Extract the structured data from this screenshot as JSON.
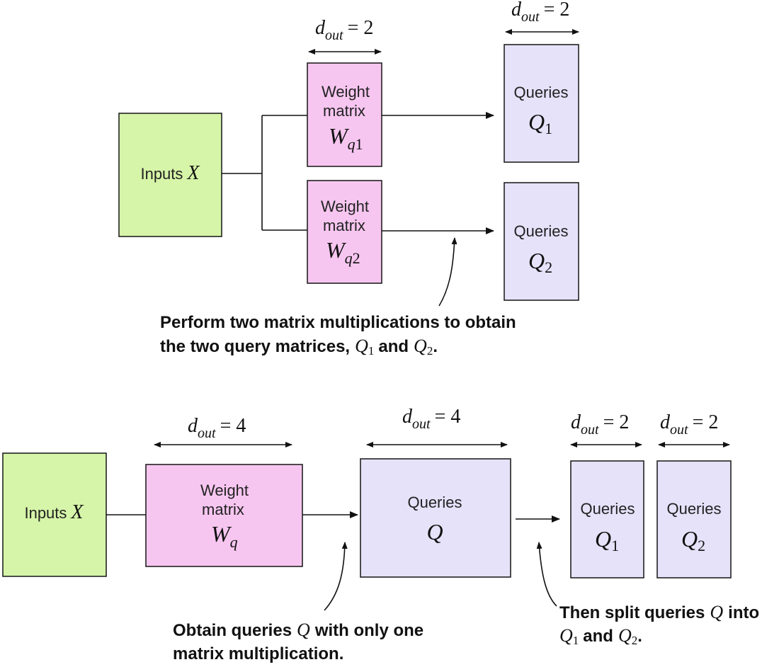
{
  "top": {
    "inputs_label": "Inputs",
    "inputs_var": "X",
    "dim_sym": "d",
    "dim_sub": "out",
    "dim_eq": "= 2",
    "weight1_line1": "Weight",
    "weight1_line2": "matrix",
    "weight1_var": "W",
    "weight1_sub_var": "q",
    "weight1_sub_num": "1",
    "weight2_line1": "Weight",
    "weight2_line2": "matrix",
    "weight2_var": "W",
    "weight2_sub_var": "q",
    "weight2_sub_num": "2",
    "queries1_label": "Queries",
    "queries1_var": "Q",
    "queries1_sub": "1",
    "queries2_label": "Queries",
    "queries2_var": "Q",
    "queries2_sub": "2",
    "note_line1": "Perform two matrix multiplications to obtain",
    "note_line2_a": "the two query matrices,",
    "note_q": "Q",
    "note_q1_sub": "1",
    "note_and": "and",
    "note_q2_sub": "2",
    "note_period": "."
  },
  "bottom": {
    "inputs_label": "Inputs",
    "inputs_var": "X",
    "dim_sym": "d",
    "dim_sub": "out",
    "dim_eq4": "= 4",
    "dim_eq2": "= 2",
    "weight_line1": "Weight",
    "weight_line2": "matrix",
    "weight_var": "W",
    "weight_sub": "q",
    "queries_label": "Queries",
    "queries_var": "Q",
    "queries1_label": "Queries",
    "queries1_var": "Q",
    "queries1_sub": "1",
    "queries2_label": "Queries",
    "queries2_var": "Q",
    "queries2_sub": "2",
    "note_left_line1": "Obtain queries",
    "note_left_q": "Q",
    "note_left_line1_end": "with only one",
    "note_left_line2": "matrix multiplication.",
    "note_right_line1": "Then split queries",
    "note_right_q": "Q",
    "note_right_line1_end": "into",
    "note_right_q1": "Q",
    "note_right_q1_sub": "1",
    "note_right_and": "and",
    "note_right_q2": "Q",
    "note_right_q2_sub": "2",
    "note_right_period": "."
  }
}
